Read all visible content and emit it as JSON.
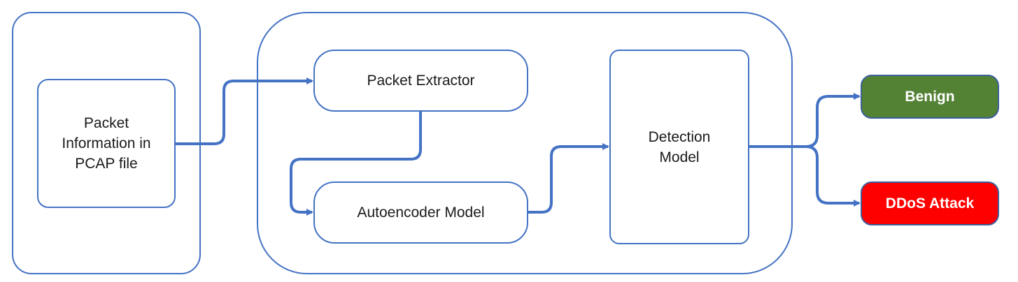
{
  "nodes": {
    "input": {
      "label": "Packet\nInformation in\nPCAP file"
    },
    "extractor": {
      "label": "Packet Extractor"
    },
    "autoencoder": {
      "label": "Autoencoder Model"
    },
    "detection": {
      "label": "Detection\nModel"
    },
    "benign": {
      "label": "Benign",
      "color": "#548235"
    },
    "ddos": {
      "label": "DDoS Attack",
      "color": "#ff0000"
    }
  },
  "edges": [
    {
      "from": "input",
      "to": "extractor"
    },
    {
      "from": "extractor",
      "to": "autoencoder"
    },
    {
      "from": "autoencoder",
      "to": "detection"
    },
    {
      "from": "detection",
      "to": "benign"
    },
    {
      "from": "detection",
      "to": "ddos"
    }
  ],
  "colors": {
    "border": "#4472c4",
    "connector": "#4472c4"
  }
}
